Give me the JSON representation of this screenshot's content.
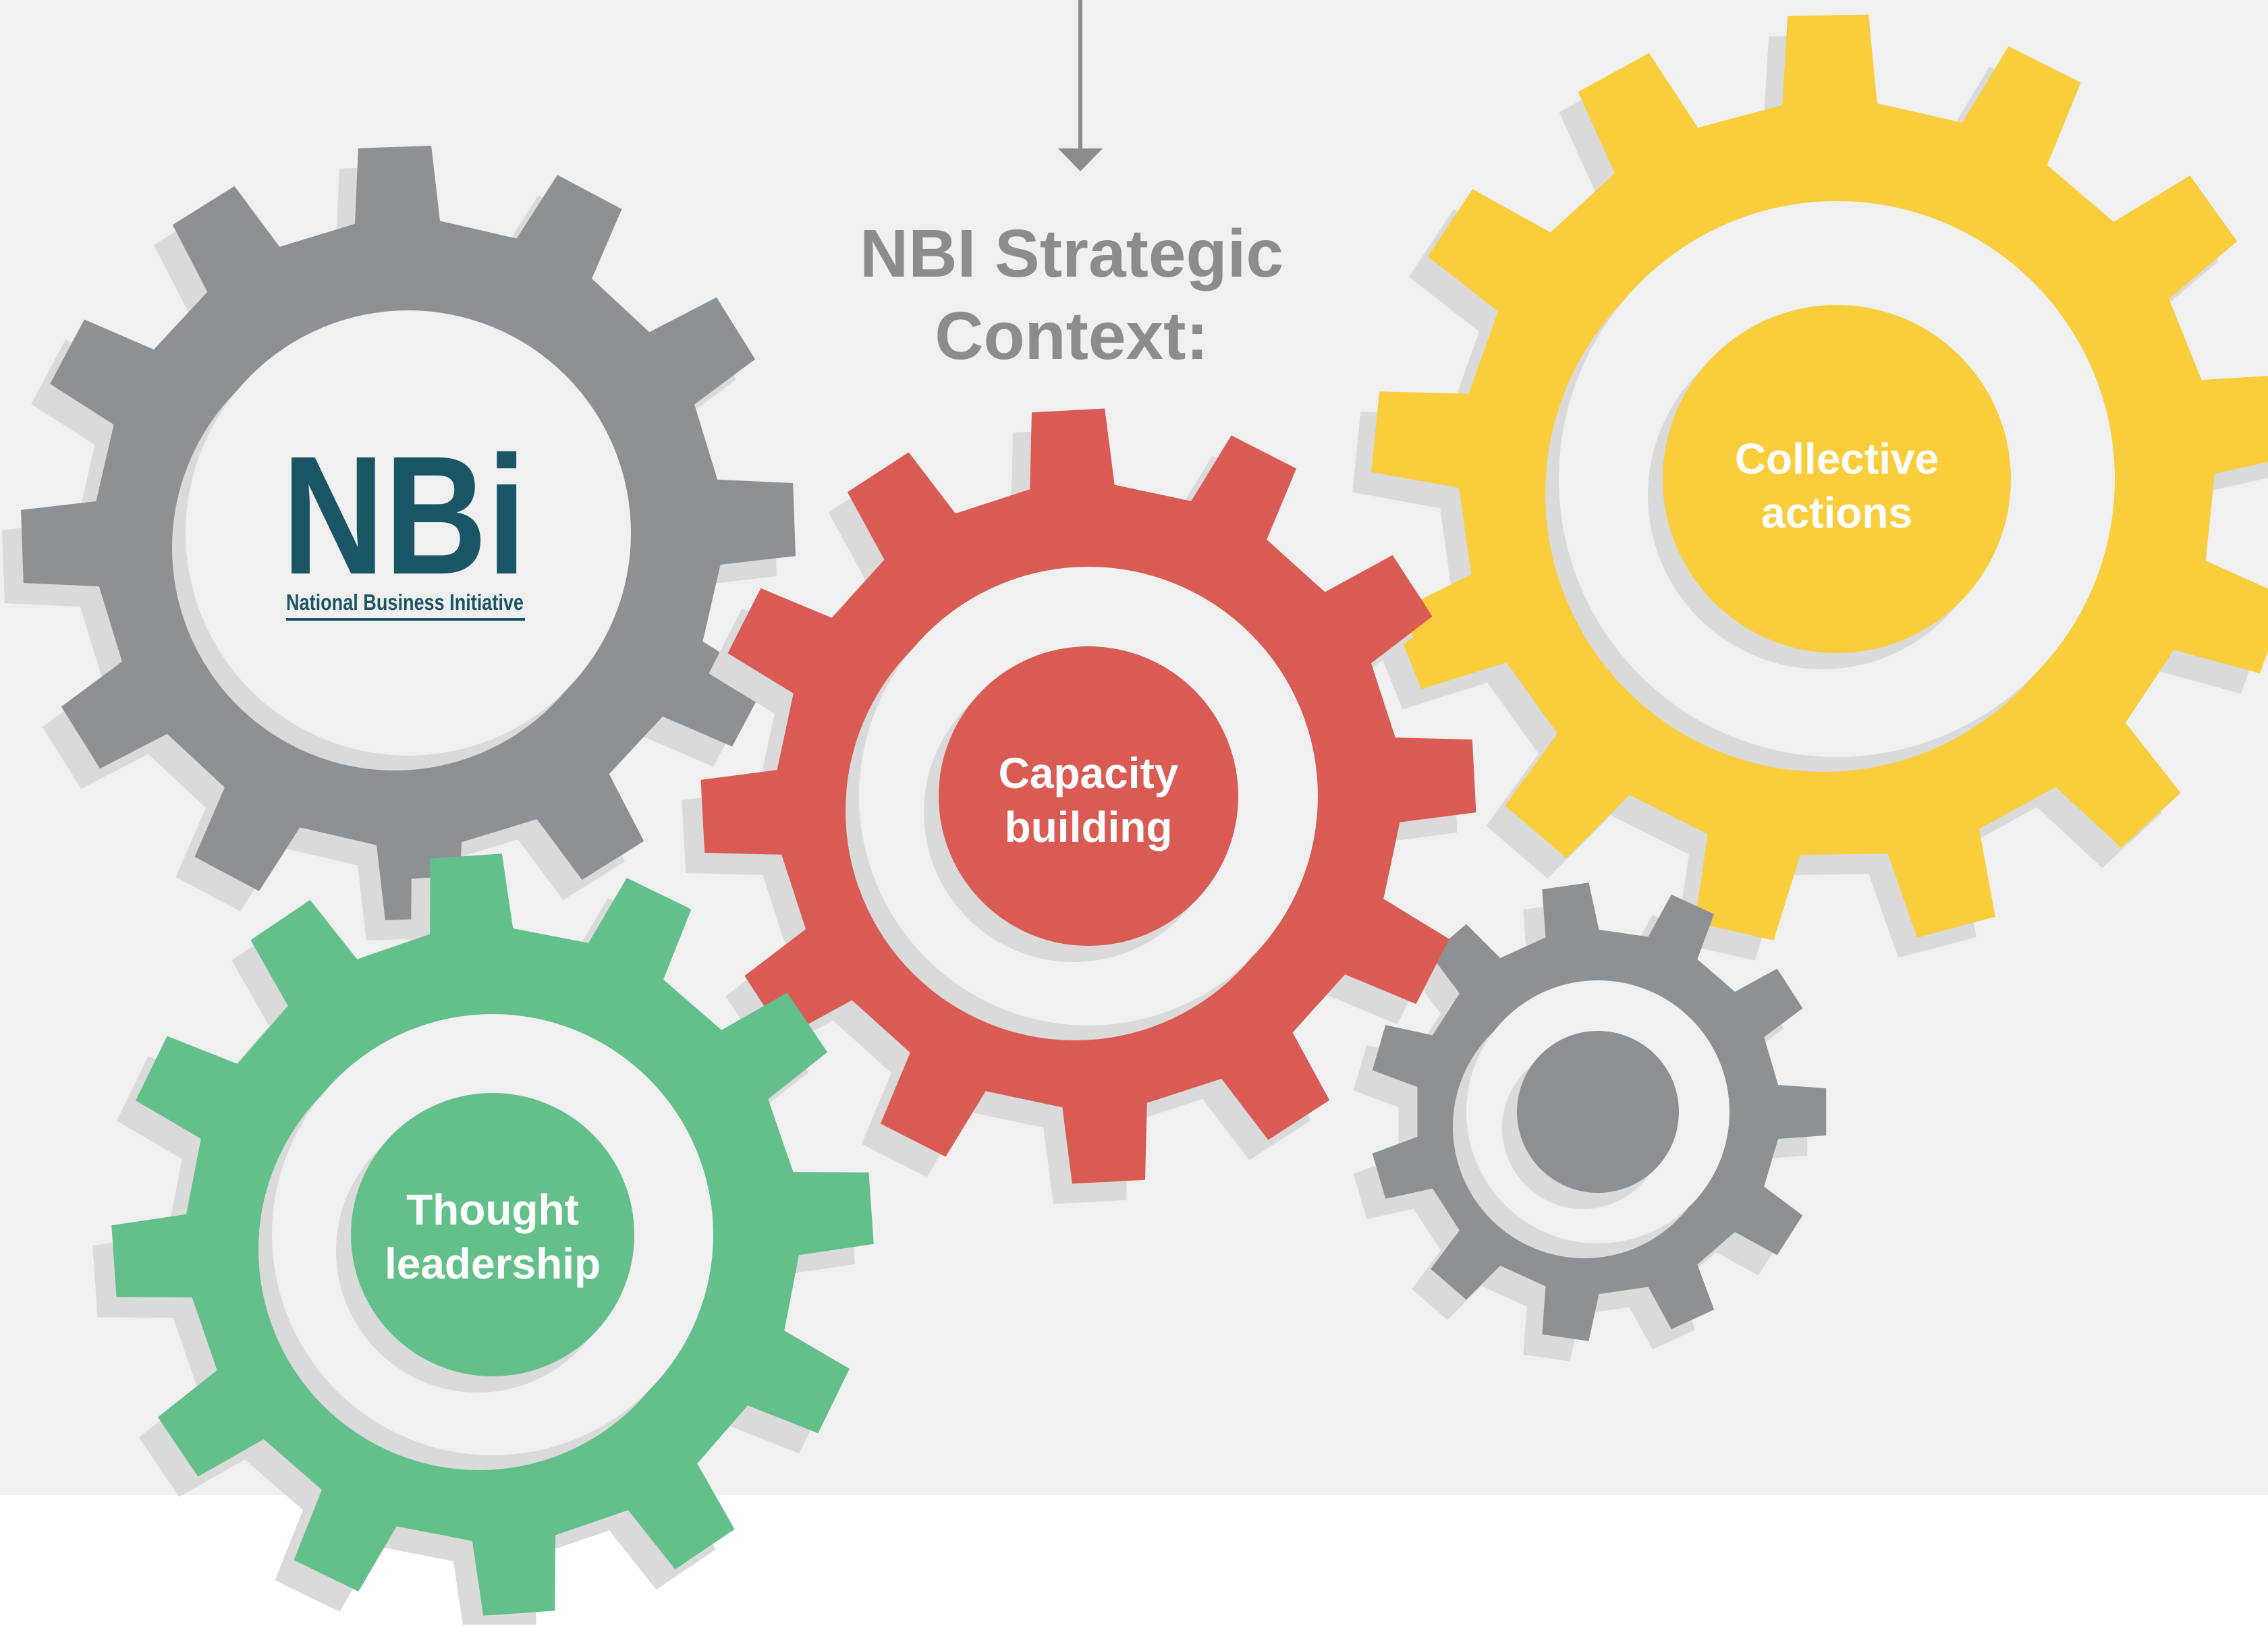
{
  "title": {
    "line1": "NBI Strategic",
    "line2": "Context:"
  },
  "logo": {
    "mark": "NBi",
    "subtitle": "National Business Initiative"
  },
  "gears": {
    "capacity": {
      "line1": "Capacity",
      "line2": "building"
    },
    "collective": {
      "line1": "Collective",
      "line2": "actions"
    },
    "thought": {
      "line1": "Thought",
      "line2": "leadership"
    }
  },
  "colors": {
    "background": "#eff0ef",
    "shadow": "#d9dad9",
    "gear_grey": "#8e9193",
    "gear_red": "#d95b53",
    "gear_yellow": "#f9cd3b",
    "gear_green": "#63c08b",
    "title_text": "#8a8c8e",
    "logo_teal": "#1a5566",
    "arrow": "#8a8c8e"
  }
}
